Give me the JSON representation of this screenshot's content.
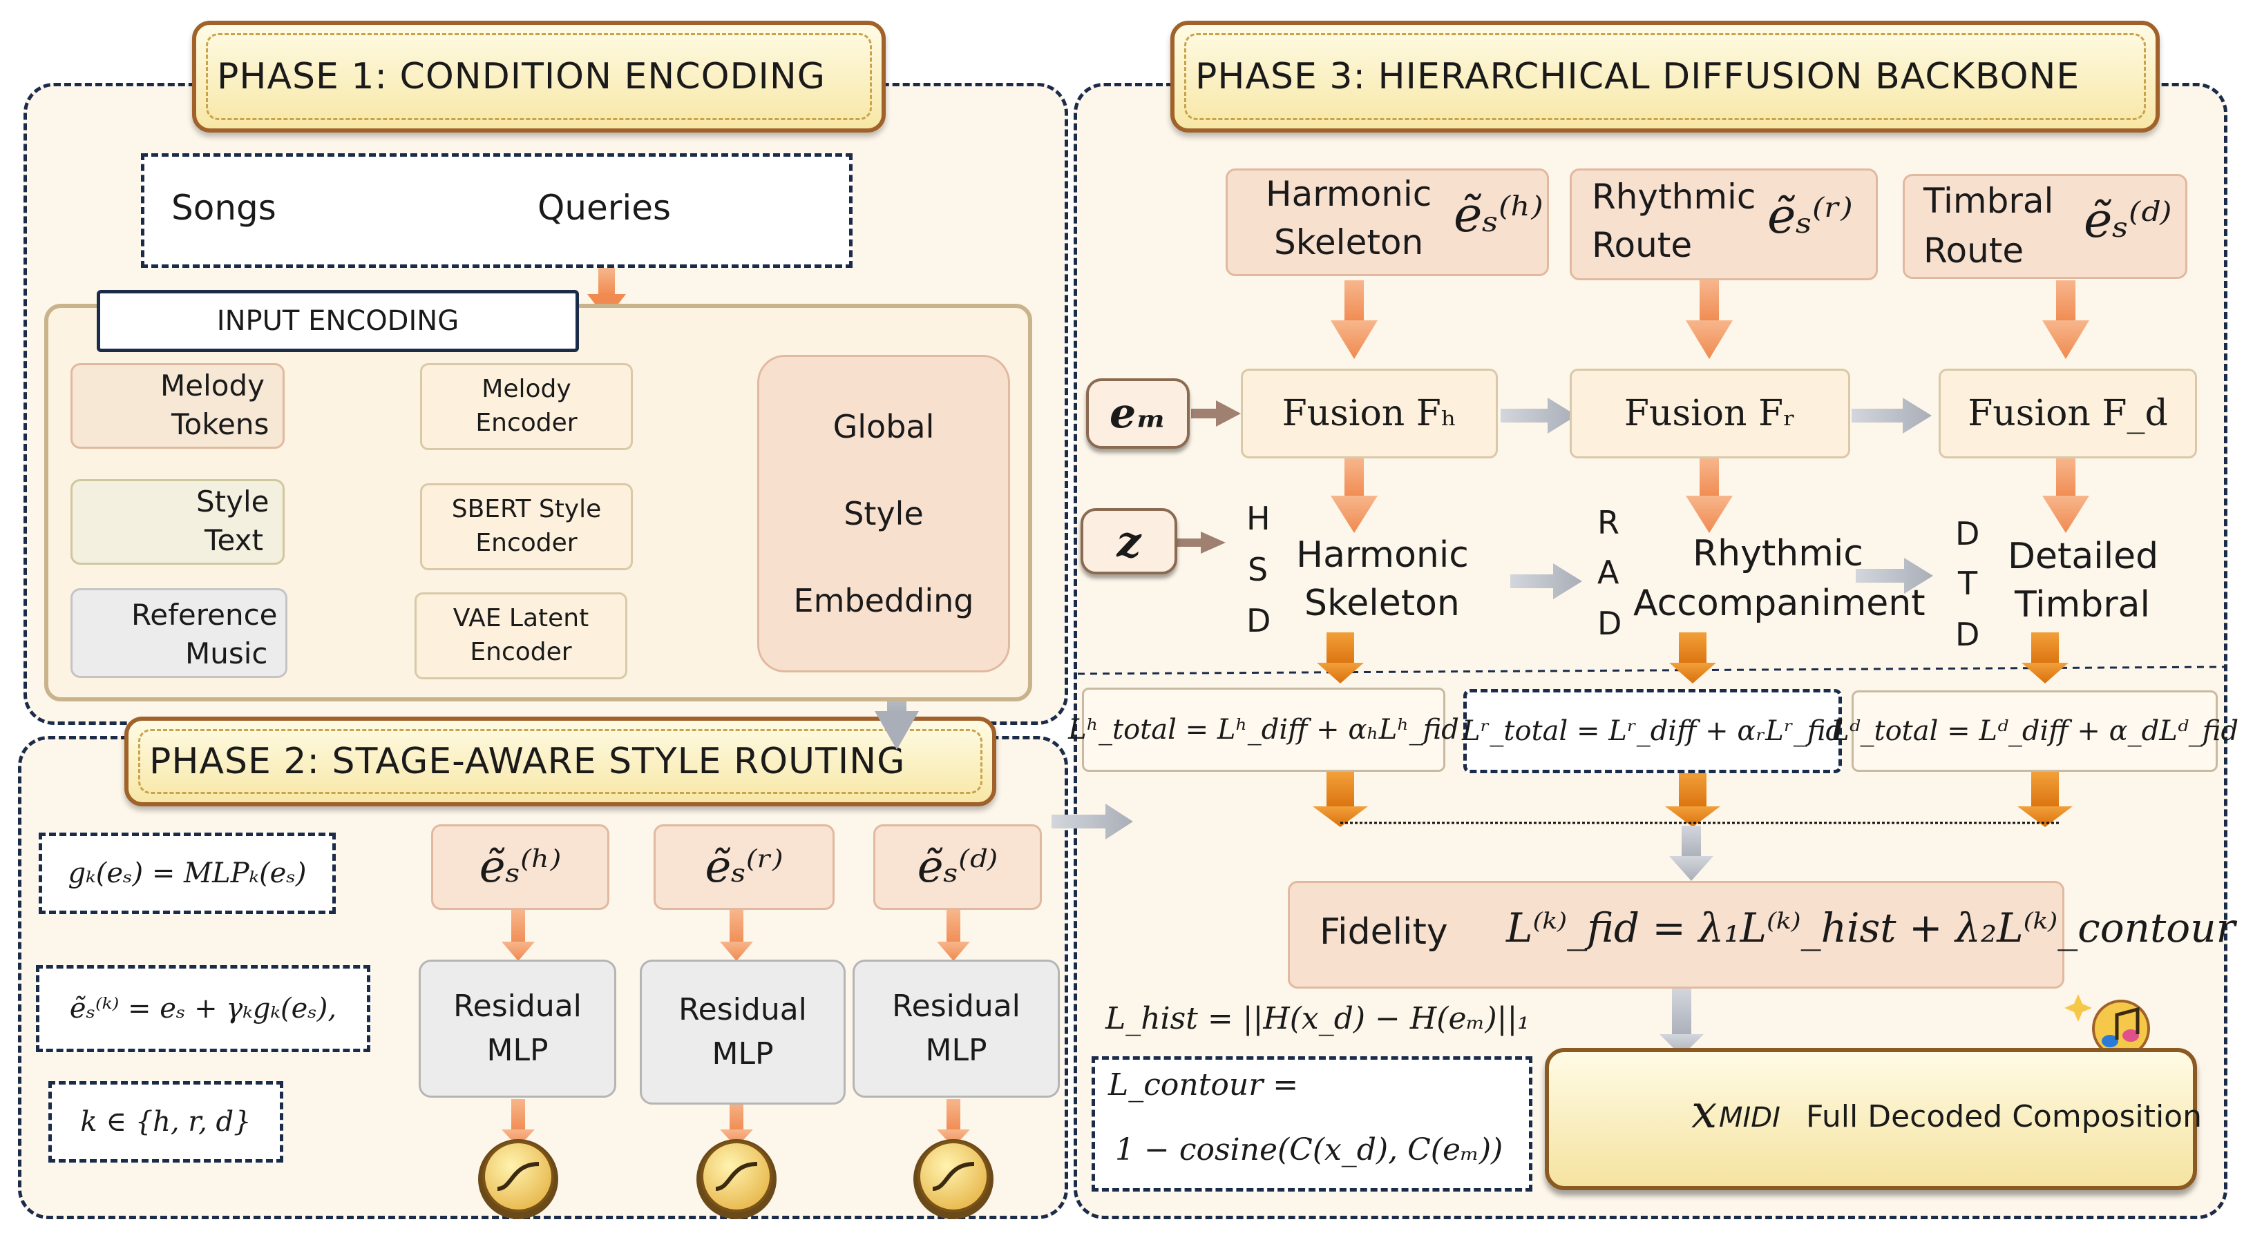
{
  "phase1": {
    "title": "PHASE 1: CONDITION ENCODING",
    "songs": "Songs",
    "queries": "Queries",
    "input_encoding": "INPUT ENCODING",
    "inputs": [
      {
        "label1": "Melody",
        "label2": "Tokens"
      },
      {
        "label1": "Style",
        "label2": "Text"
      },
      {
        "label1": "Reference",
        "label2": "Music"
      }
    ],
    "encoders": [
      {
        "line1": "Melody",
        "line2": "Encoder"
      },
      {
        "line1": "SBERT Style",
        "line2": "Encoder"
      },
      {
        "line1": "VAE Latent",
        "line2": "Encoder"
      }
    ],
    "global": [
      "Global",
      "Style",
      "Embedding"
    ]
  },
  "phase2": {
    "title": "PHASE 2: STAGE-AWARE STYLE ROUTING",
    "eq_gate": "gₖ(eₛ) = MLPₖ(eₛ)",
    "eq_route": "ẽₛ⁽ᵏ⁾ = eₛ + γₖgₖ(eₛ),",
    "eq_set": "k ∈ {h, r, d}",
    "routes": [
      "ẽₛ⁽ʰ⁾",
      "ẽₛ⁽ʳ⁾",
      "ẽₛ⁽ᵈ⁾"
    ],
    "mlp": [
      {
        "line1": "Residual",
        "line2": "MLP"
      },
      {
        "line1": "Residual",
        "line2": "MLP"
      },
      {
        "line1": "Residual",
        "line2": "MLP"
      }
    ]
  },
  "phase3": {
    "title": "PHASE 3: HIERARCHICAL DIFFUSION BACKBONE",
    "routes": [
      {
        "line1": "Harmonic",
        "line2": "Skeleton",
        "sym": "ẽₛ⁽ʰ⁾"
      },
      {
        "line1": "Rhythmic",
        "line2": "Route",
        "sym": "ẽₛ⁽ʳ⁾"
      },
      {
        "line1": "Timbral",
        "line2": "Route",
        "sym": "ẽₛ⁽ᵈ⁾"
      }
    ],
    "em": "eₘ",
    "z": "z",
    "fusions": [
      "Fusion Fₕ",
      "Fusion Fᵣ",
      "Fusion F_d"
    ],
    "vertical_labels": [
      [
        "H",
        "S",
        "D"
      ],
      [
        "R",
        "A",
        "D"
      ],
      [
        "D",
        "T",
        "D"
      ]
    ],
    "outputs": [
      {
        "line1": "Harmonic",
        "line2": "Skeleton"
      },
      {
        "line1": "Rhythmic",
        "line2": "Accompaniment"
      },
      {
        "line1": "Detailed",
        "line2": "Timbral"
      }
    ],
    "losses": [
      "Lʰ_total = Lʰ_diff + αₕLʰ_fid",
      "Lʳ_total = Lʳ_diff + αᵣLʳ_fid",
      "Lᵈ_total = Lᵈ_diff + α_dLᵈ_fid"
    ],
    "fidelity_label": "Fidelity",
    "fidelity_eq": "L⁽ᵏ⁾_fid = λ₁L⁽ᵏ⁾_hist + λ₂L⁽ᵏ⁾_contour",
    "hist_eq": "L_hist = ||H(x_d) − H(eₘ)||₁",
    "contour_line1": "L_contour =",
    "contour_line2": "1 − cosine(C(x_d), C(eₘ))",
    "output_sym": "x",
    "output_sub": "MIDI",
    "output_label": "Full Decoded Composition"
  },
  "colors": {
    "panel_border": "#1b2b4a",
    "panel_fill": "#fdf6ea",
    "banner_border": "#a0612a",
    "arrow_orange": "#f4a070",
    "arrow_gray": "#b8bcc4",
    "pink_box": "#f8e0cf"
  }
}
